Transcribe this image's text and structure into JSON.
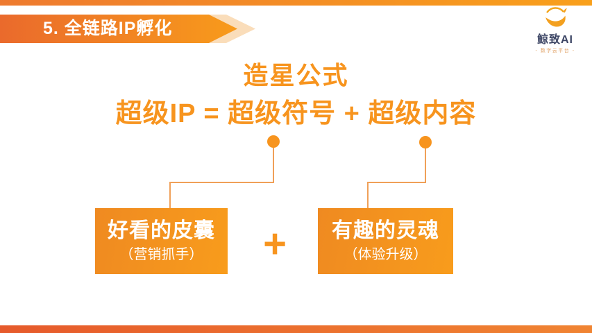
{
  "slide": {
    "section_badge": "5. 全链路IP孵化",
    "logo": {
      "name": "鲸致AI",
      "tagline": "- 数字云平台 -"
    },
    "title": "造星公式",
    "formula": "超级IP = 超级符号 + 超级内容",
    "plus_sign": "+",
    "boxes": [
      {
        "title": "好看的皮囊",
        "subtitle": "（营销抓手）"
      },
      {
        "title": "有趣的灵魂",
        "subtitle": "（体验升级）"
      }
    ],
    "colors": {
      "accent_orange": "#F7941E",
      "ribbon_gradient_start": "#EA6A2C",
      "ribbon_gradient_end": "#F89B1B",
      "ribbon_back_chevron": "#FADDBA",
      "box_gradient_start": "#EF8A21",
      "box_gradient_end": "#F89C1C",
      "connector_line": "#F0A058",
      "top_bar_start": "#EE7A2F",
      "top_bar_end": "#F9A01B",
      "bottom_bar_start": "#E65A2B",
      "bottom_bar_end": "#F08432",
      "logo_text": "#3D4665",
      "logo_tagline": "#E0A165",
      "badge_text": "#FFFFFF",
      "box_text": "#FFFFFF"
    }
  }
}
